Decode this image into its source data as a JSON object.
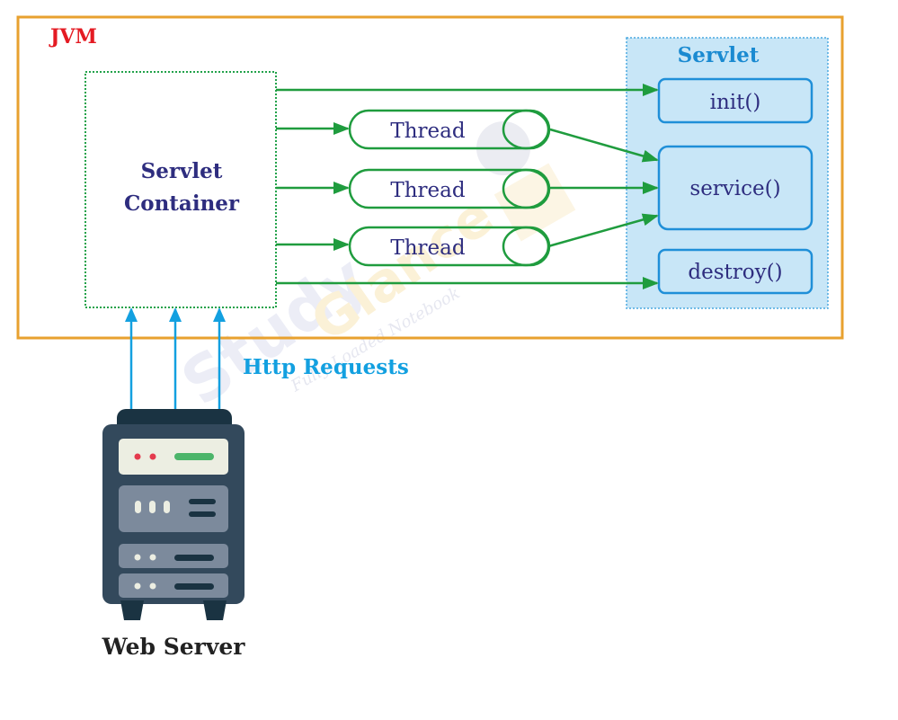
{
  "jvm": {
    "label": "JVM",
    "color": "#e41b23",
    "border_color": "#e8a12f"
  },
  "container": {
    "line1": "Servlet",
    "line2": "Container",
    "text_color": "#2e2d7f",
    "border_color": "#22a24a"
  },
  "threads": [
    {
      "label": "Thread"
    },
    {
      "label": "Thread"
    },
    {
      "label": "Thread"
    }
  ],
  "servlet": {
    "title": "Servlet",
    "title_color": "#1a8ad1",
    "bg_color": "#c8e6f7",
    "methods": [
      {
        "id": "init",
        "label": "init()"
      },
      {
        "id": "service",
        "label": "service()"
      },
      {
        "id": "destroy",
        "label": "destroy()"
      }
    ]
  },
  "requests": {
    "label": "Http Requests",
    "color": "#13a0e0"
  },
  "web_server": {
    "label": "Web Server"
  },
  "colors": {
    "arrow_green": "#1f9c3e",
    "method_border": "#1f8fd8",
    "method_text": "#2e2d7f"
  },
  "watermark": {
    "text1": "Study",
    "text2": "Glance",
    "text3": "Fully Loaded Notebook"
  }
}
